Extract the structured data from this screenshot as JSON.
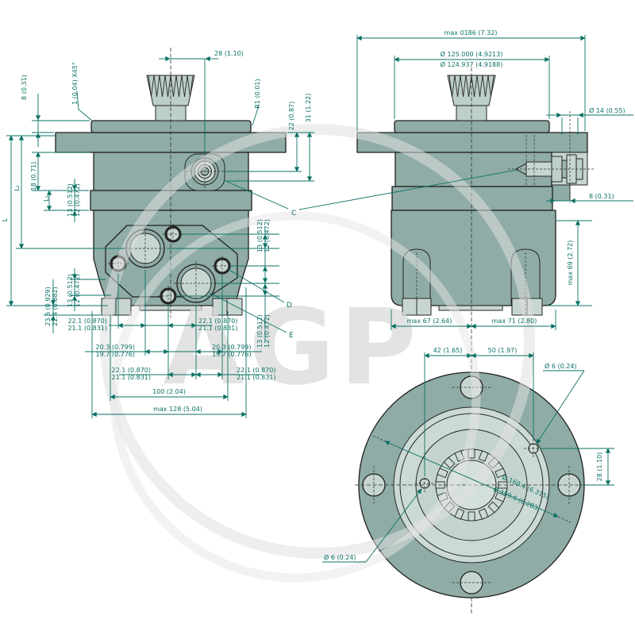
{
  "colors": {
    "body": "#8FACA6",
    "body_light": "#C7D6D1",
    "dimension": "#0B7265"
  },
  "watermark": {
    "text": "AGP"
  },
  "front_view": {
    "dims": {
      "d8": "8 (0.31)",
      "chamfer": "1 (0.04) X45°",
      "d28": "28 (1.10)",
      "r1": "R1 (0.01)",
      "d22": "22 (0.87)",
      "d31": "31 (1.22)",
      "L": "L",
      "L1": "L₁",
      "L2": "L₂",
      "d18": "18 (0.71)",
      "t13": "13 (0.512)",
      "t12": "12 (0.472)",
      "t236": "23.6 (0.929)",
      "t224": "22.4 (0.882)",
      "t221": "22.1 (0.870)",
      "t211": "21.1 (0.831)",
      "t203": "20.3 (0.799)",
      "t197": "19.7 (0.776)",
      "w100": "100 (2.04)",
      "w128": "max 128 (5.04)",
      "C": "C",
      "D": "D",
      "E": "E"
    }
  },
  "side_view": {
    "dims": {
      "w186": "max 0186 (7.32)",
      "pilot_max": "Ø 125.000 (4.9213)",
      "pilot_min": "Ø 124.937 (4.9188)",
      "d14": "Ø 14 (0.55)",
      "d8": "8 (0.31)",
      "m69": "max 69 (2.72)",
      "m67": "max 67 (2.64)",
      "m71": "max 71 (2.80)"
    }
  },
  "bottom_view": {
    "dims": {
      "d42": "42 (1.65)",
      "d50": "50 (1.97)",
      "d6": "Ø 6 (0.24)",
      "d28": "28 (1.10)",
      "bc_max": "Ø 160.4 (6.315)",
      "bc_min": "Ø 159.6 (6.283)"
    }
  }
}
